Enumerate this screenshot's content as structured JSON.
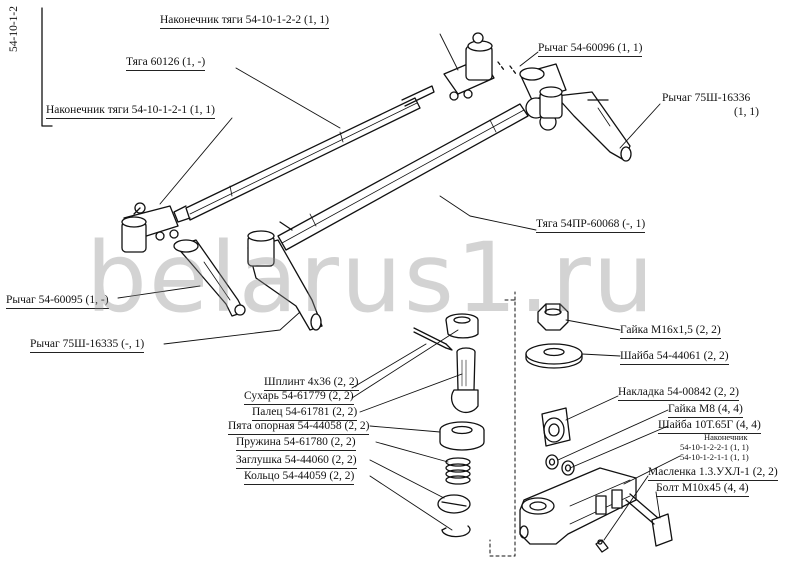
{
  "assembly_code": "54-10-1-2",
  "watermark": "belarus1.ru",
  "labels": {
    "nakonechnik_122": "Наконечник тяги 54-10-1-2-2 (1, 1)",
    "tyaga_60126": "Тяга 60126 (1, -)",
    "nakonechnik_121": "Наконечник тяги 54-10-1-2-1 (1, 1)",
    "rychag_60096": "Рычаг 54-60096 (1, 1)",
    "rychag_16336": "Рычаг 75Ш-16336",
    "rychag_16336_qty": "(1, 1)",
    "tyaga_54pr": "Тяга 54ПР-60068 (-, 1)",
    "rychag_60095": "Рычаг 54-60095 (1, -)",
    "rychag_16335": "Рычаг 75Ш-16335 (-, 1)",
    "gaika_m16": "Гайка М16х1,5 (2, 2)",
    "shaiba_44061": "Шайба 54-44061 (2, 2)",
    "shplint": "Шплинт 4х36 (2, 2)",
    "suhar": "Сухарь 54-61779 (2, 2)",
    "palets": "Палец 54-61781 (2, 2)",
    "pyata": "Пята опорная 54-44058 (2, 2)",
    "pruzhina": "Пружина 54-61780 (2, 2)",
    "zaglushka": "Заглушка 54-44060 (2, 2)",
    "koltso": "Кольцо 54-44059 (2, 2)",
    "nakladka": "Накладка 54-00842 (2, 2)",
    "gaika_m8": "Гайка М8 (4, 4)",
    "shaiba_10t": "Шайба 10Т.65Г (4, 4)",
    "nakonechnik_hdr": "Наконечник",
    "nakonechnik_221": "54-10-1-2-2-1 (1, 1)",
    "nakonechnik_211": "54-10-1-2-1-1 (1, 1)",
    "maslenka": "Масленка 1.3.УХЛ-1 (2, 2)",
    "bolt": "Болт М10х45 (4, 4)"
  }
}
